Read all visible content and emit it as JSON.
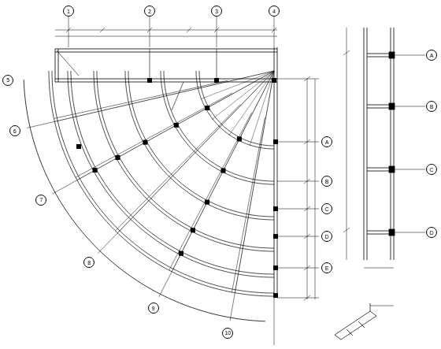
{
  "diagram": {
    "nodes": [
      {
        "text": [
          "1"
        ]
      },
      {
        "text": [
          "2"
        ]
      },
      {
        "text": [
          "3"
        ]
      },
      {
        "text": [
          "4"
        ]
      },
      {
        "text": [
          "5"
        ]
      },
      {
        "text": [
          "6"
        ]
      },
      {
        "text": [
          "7"
        ]
      },
      {
        "text": [
          "8"
        ]
      },
      {
        "text": [
          "9"
        ]
      },
      {
        "text": [
          "10"
        ]
      },
      {
        "text": [
          "A"
        ]
      },
      {
        "text": [
          "B"
        ]
      },
      {
        "text": [
          "C"
        ]
      },
      {
        "text": [
          "D"
        ]
      },
      {
        "text": [
          "E"
        ]
      },
      {
        "text": [
          "A"
        ]
      },
      {
        "text": [
          "B"
        ]
      },
      {
        "text": [
          "C"
        ]
      },
      {
        "text": [
          "D"
        ]
      }
    ]
  }
}
